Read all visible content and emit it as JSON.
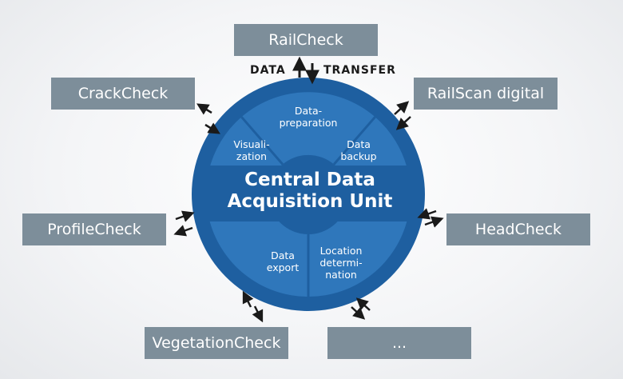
{
  "data_transfer": {
    "left": "DATA",
    "right": "TRANSFER"
  },
  "modules": {
    "railcheck": "RailCheck",
    "crackcheck": "CrackCheck",
    "railscan_digital": "RailScan digital",
    "profilecheck": "ProfileCheck",
    "headcheck": "HeadCheck",
    "vegetationcheck": "VegetationCheck",
    "more": "..."
  },
  "central_unit": {
    "title_line1": "Central Data",
    "title_line2": "Acquisition Unit",
    "segments": {
      "data_preparation": "Data-\npreparation",
      "visualization": "Visuali-\nzation",
      "data_backup": "Data\nbackup",
      "data_export": "Data\nexport",
      "location_determination": "Location\ndetermi-\nnation"
    }
  },
  "colors": {
    "circle_outer": "#1e5fa0",
    "circle_segment": "#2f77bb",
    "module_box": "#7d8e9a",
    "arrow": "#1a1a1a"
  }
}
